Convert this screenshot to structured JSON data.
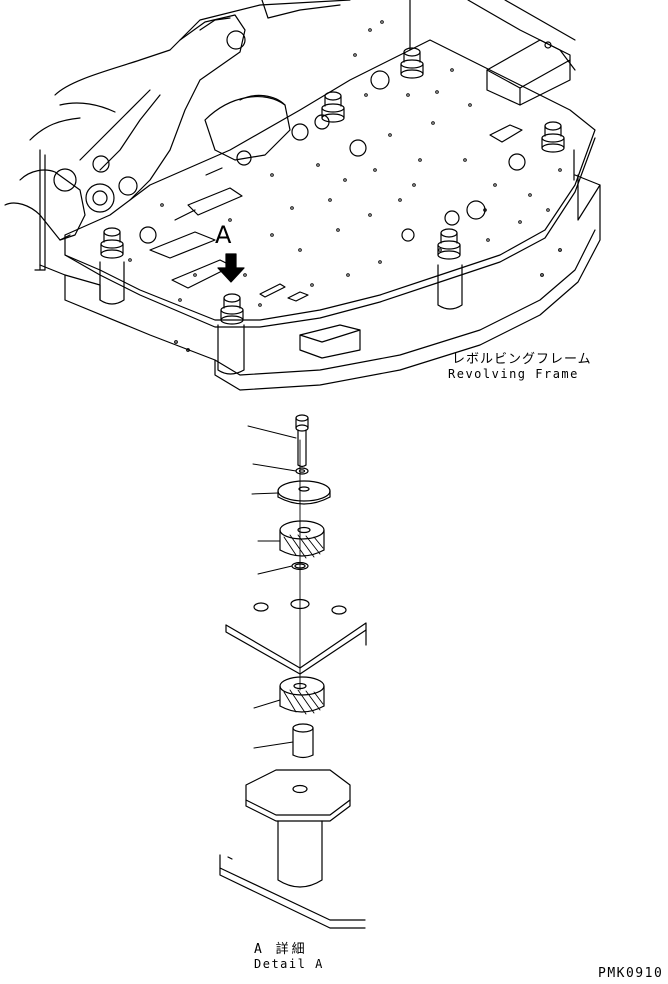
{
  "labels": {
    "callout": "A",
    "frame_jp": "レボルビングフレーム",
    "frame_en": "Revolving Frame",
    "detail_jp": "A 詳細",
    "detail_en": "Detail A",
    "drawing_code": "PMK0910"
  },
  "colors": {
    "line": "#000000",
    "background": "#ffffff"
  }
}
